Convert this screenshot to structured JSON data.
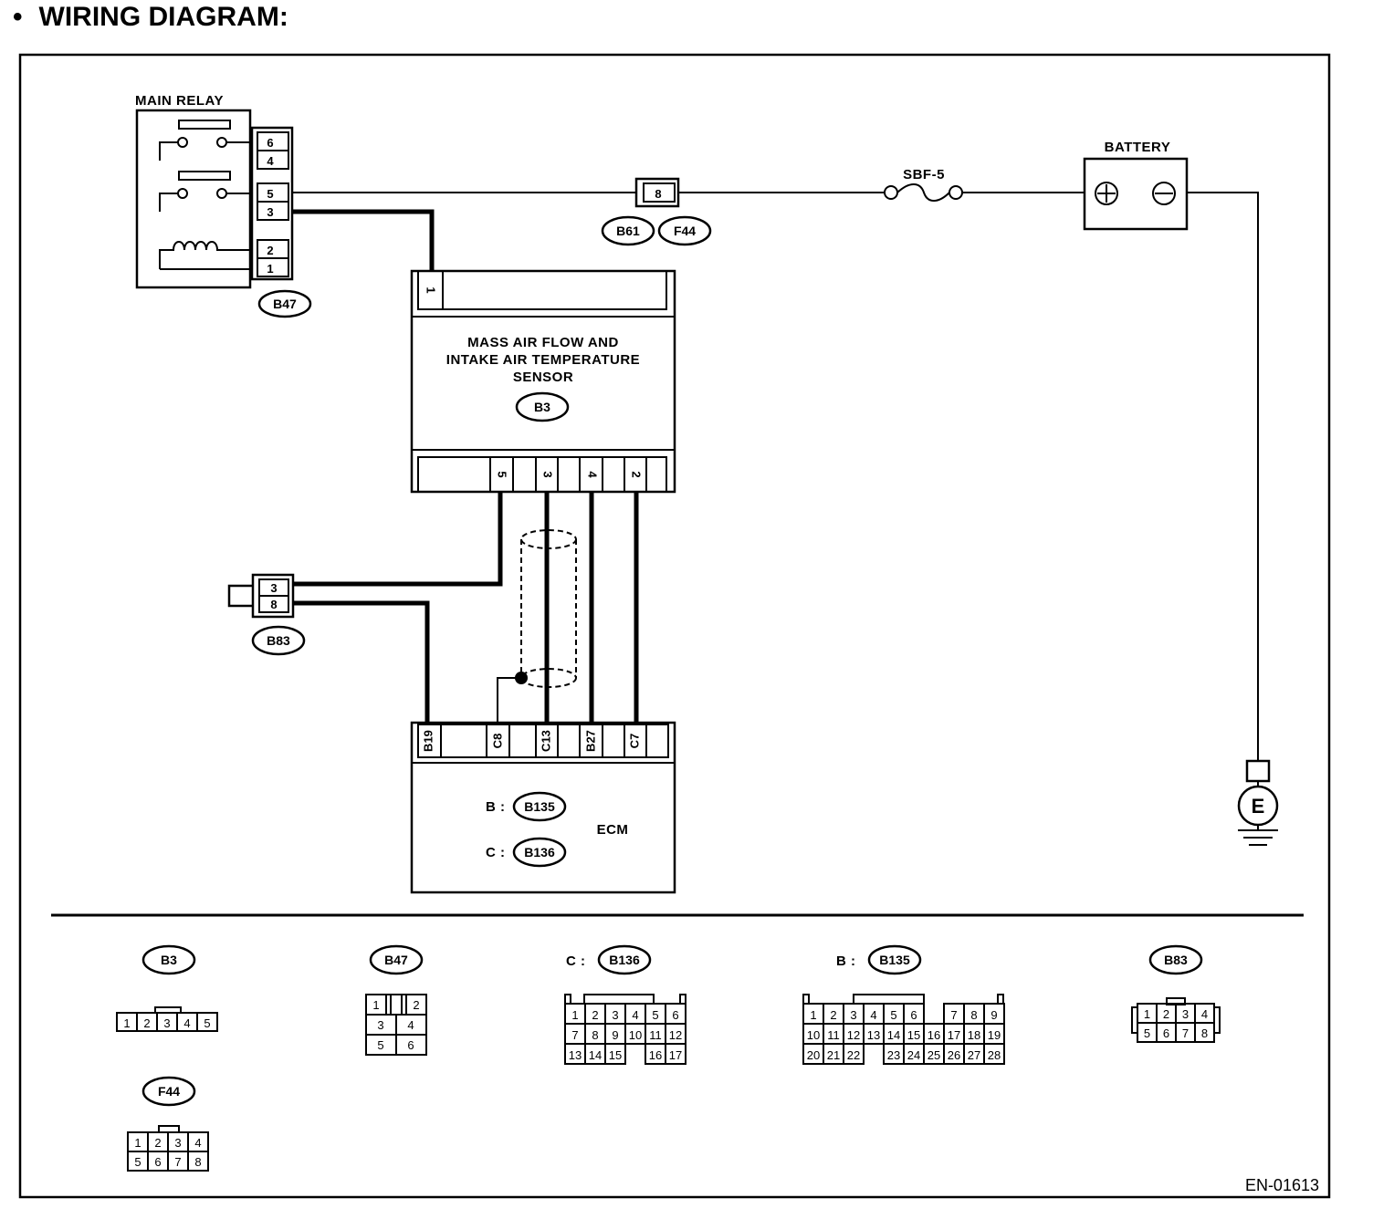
{
  "heading": {
    "bullet": "•",
    "title": "WIRING DIAGRAM:"
  },
  "main_relay": {
    "label": "MAIN RELAY",
    "pins": [
      "6",
      "4",
      "5",
      "3",
      "2",
      "1"
    ],
    "connector": "B47"
  },
  "connector_b61_f44": {
    "pin": "8",
    "tags": [
      "B61",
      "F44"
    ]
  },
  "fuse": {
    "label": "SBF-5"
  },
  "battery": {
    "label": "BATTERY"
  },
  "maf_sensor": {
    "title_lines": [
      "MASS AIR FLOW AND",
      "INTAKE AIR TEMPERATURE",
      "SENSOR"
    ],
    "connector": "B3",
    "top_pin": "1",
    "bottom_pins": [
      "5",
      "3",
      "4",
      "2"
    ]
  },
  "connector_b83": {
    "pins": [
      "3",
      "8"
    ],
    "tag": "B83"
  },
  "ecm": {
    "label": "ECM",
    "pins": [
      "B19",
      "C8",
      "C13",
      "B27",
      "C7"
    ],
    "connectors": [
      {
        "prefix": "B :",
        "tag": "B135"
      },
      {
        "prefix": "C :",
        "tag": "B136"
      }
    ]
  },
  "ground": {
    "label": "E"
  },
  "connector_views": {
    "b3": {
      "tag": "B3",
      "cells": [
        "1",
        "2",
        "3",
        "4",
        "5"
      ]
    },
    "b47": {
      "tag": "B47",
      "cells": [
        "1",
        "2",
        "3",
        "4",
        "5",
        "6"
      ]
    },
    "b136": {
      "prefix": "C :",
      "tag": "B136",
      "rows": [
        [
          "1",
          "2",
          "3",
          "4",
          "5",
          "6"
        ],
        [
          "7",
          "8",
          "9",
          "10",
          "11",
          "12"
        ],
        [
          "13",
          "14",
          "15",
          "",
          "16",
          "17"
        ]
      ]
    },
    "b135": {
      "prefix": "B :",
      "tag": "B135",
      "rows": [
        [
          "1",
          "2",
          "3",
          "4",
          "5",
          "6",
          "",
          "7",
          "8",
          "9"
        ],
        [
          "10",
          "11",
          "12",
          "13",
          "14",
          "15",
          "16",
          "17",
          "18",
          "19"
        ],
        [
          "20",
          "21",
          "22",
          "",
          "23",
          "24",
          "25",
          "26",
          "27",
          "28"
        ]
      ]
    },
    "b83": {
      "tag": "B83",
      "rows": [
        [
          "1",
          "2",
          "3",
          "4"
        ],
        [
          "5",
          "6",
          "7",
          "8"
        ]
      ]
    },
    "f44": {
      "tag": "F44",
      "rows": [
        [
          "1",
          "2",
          "3",
          "4"
        ],
        [
          "5",
          "6",
          "7",
          "8"
        ]
      ]
    }
  },
  "figure_code": "EN-01613"
}
